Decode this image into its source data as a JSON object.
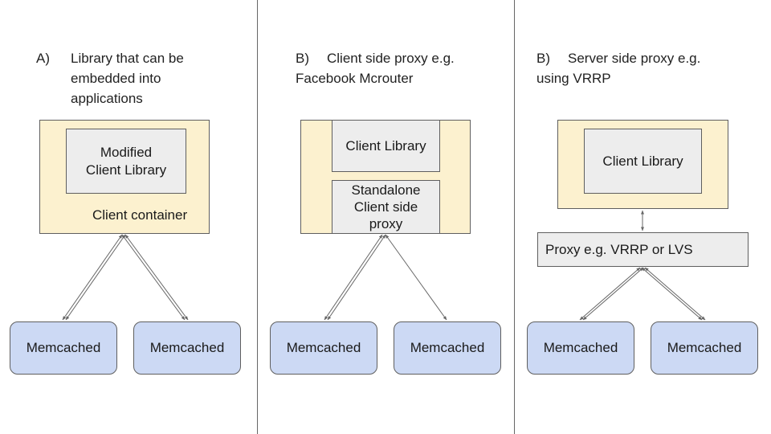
{
  "panels": [
    {
      "letter": "A)",
      "heading_lines": [
        "Library that can be",
        "embedded into",
        "applications"
      ],
      "inner_box_lines": [
        "Modified",
        "Client Library"
      ],
      "container_label": "Client container",
      "nodes": [
        "Memcached",
        "Memcached"
      ]
    },
    {
      "letter": "B)",
      "heading_lines": [
        "Client side proxy e.g.",
        "Facebook Mcrouter"
      ],
      "inner_box_lines": [
        "Client Library"
      ],
      "proxy_box_lines": [
        "Standalone",
        "Client side",
        "proxy"
      ],
      "nodes": [
        "Memcached",
        "Memcached"
      ]
    },
    {
      "letter": "B)",
      "heading_lines": [
        "Server side proxy e.g.",
        "using VRRP"
      ],
      "inner_box_lines": [
        "Client Library"
      ],
      "proxy_label": "Proxy e.g. VRRP or LVS",
      "nodes": [
        "Memcached",
        "Memcached"
      ]
    }
  ],
  "colors": {
    "container": "#fcf1cf",
    "library_box": "#ededed",
    "memcached_node": "#ccd9f4",
    "arrow": "#666666"
  }
}
